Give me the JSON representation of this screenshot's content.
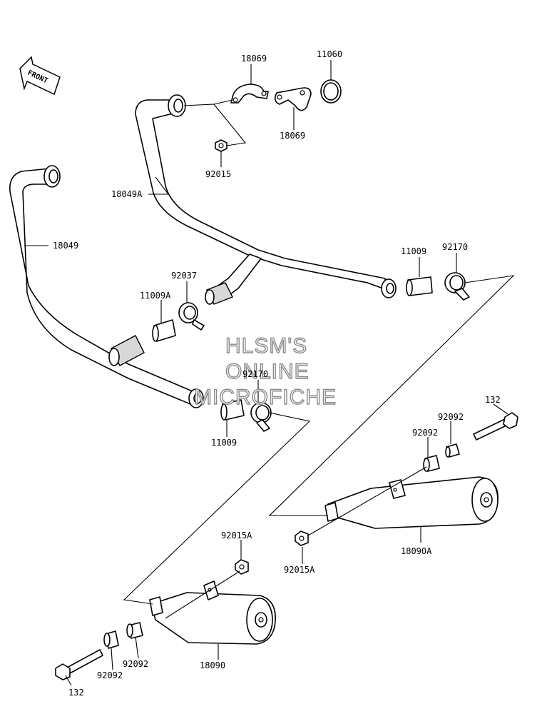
{
  "front_arrow": {
    "label": "FRONT"
  },
  "watermark": {
    "line1": "HLSM'S",
    "line2": "ONLINE",
    "line3": "MICROFICHE"
  },
  "labels": {
    "p18069_top": "18069",
    "p11060": "11060",
    "p18069_bottom": "18069",
    "p92015": "92015",
    "p18049A": "18049A",
    "p18049": "18049",
    "p11009_right": "11009",
    "p92170_right": "92170",
    "p92037": "92037",
    "p11009A": "11009A",
    "p92170_mid": "92170",
    "p11009_mid": "11009",
    "p132_right": "132",
    "p92092_right_a": "92092",
    "p92092_right_b": "92092",
    "p18090A": "18090A",
    "p92015A_right": "92015A",
    "p92015A_left": "92015A",
    "p92092_left_a": "92092",
    "p92092_left_b": "92092",
    "p18090": "18090",
    "p132_left": "132"
  }
}
